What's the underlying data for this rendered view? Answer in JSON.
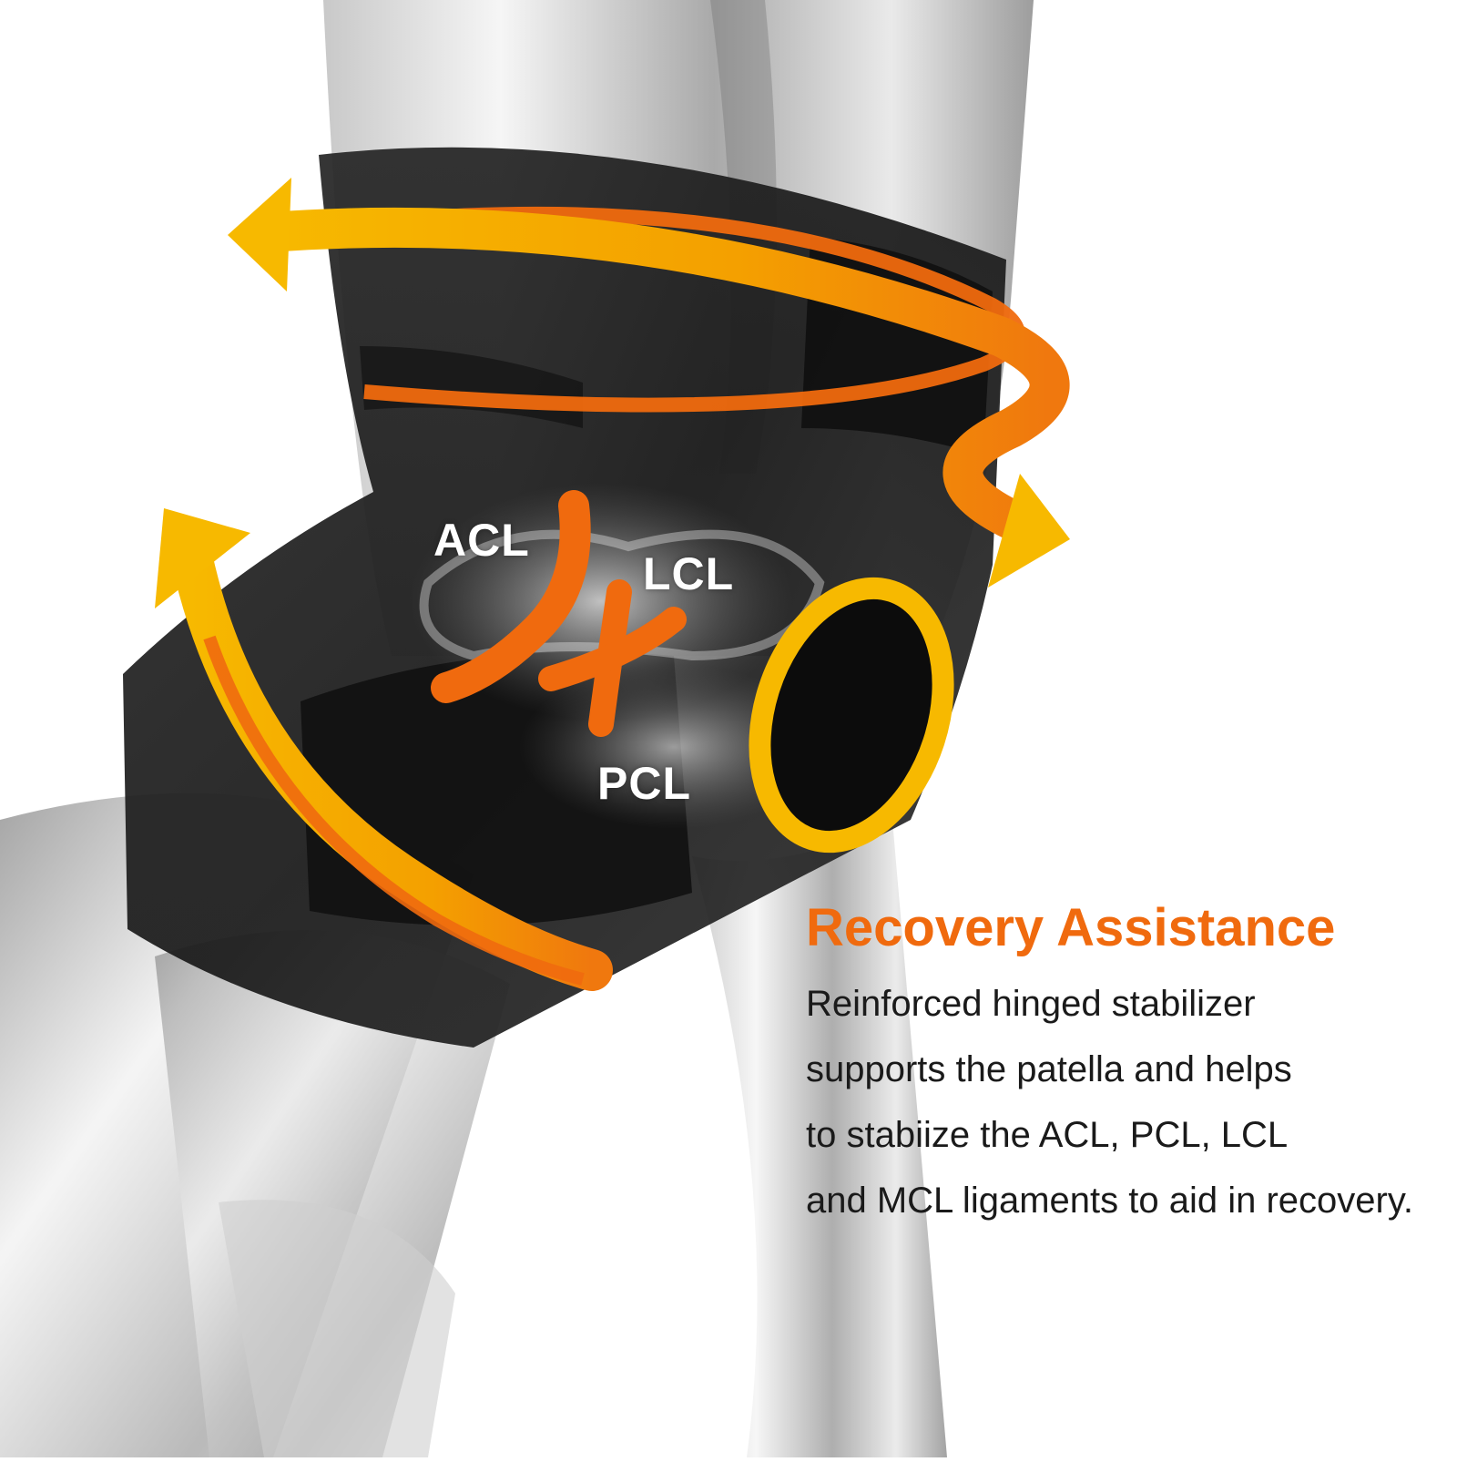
{
  "colors": {
    "accent_orange": "#f06a0e",
    "accent_yellow": "#f7b900",
    "brace_black": "#1c1c1c",
    "text_dark": "#1a1a1a"
  },
  "ligament_labels": {
    "acl": "ACL",
    "lcl": "LCL",
    "pcl": "PCL"
  },
  "info": {
    "headline": "Recovery Assistance",
    "description": [
      "Reinforced hinged stabilizer",
      "supports the patella and helps",
      "to stabiize the ACL, PCL, LCL",
      "and MCL ligaments to aid in recovery."
    ]
  },
  "icons": {
    "top_arrow": "double-headed-arrow-icon",
    "bottom_arrow": "curved-arrow-icon",
    "patella_ring": "patella-ring-icon",
    "ligament_marker": "ligament-x-icon"
  }
}
